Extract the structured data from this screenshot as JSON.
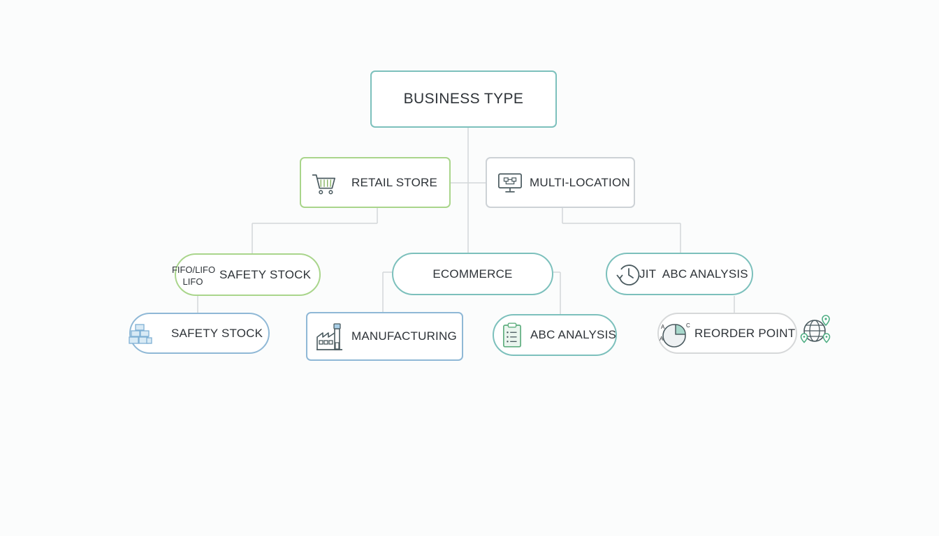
{
  "diagram": {
    "root": {
      "label": "BUSINESS TYPE"
    },
    "level1": {
      "retail": {
        "label": "RETAIL STORE",
        "icon": "shopping-cart-icon"
      },
      "multi": {
        "label": "MULTI-LOCATION",
        "icon": "monitor-icon"
      }
    },
    "level2": {
      "safety_top": {
        "label": "SAFETY STOCK",
        "badge_line1": "FIFO/LIFO",
        "badge_line2": "LIFO"
      },
      "ecommerce": {
        "label": "ECOMMERCE"
      },
      "jit": {
        "label": "JIT  ABC ANALYSIS",
        "icon": "clock-arrow-icon"
      }
    },
    "level3": {
      "safety_bottom": {
        "label": "SAFETY STOCK",
        "icon": "boxes-icon"
      },
      "manufacturing": {
        "label": "MANUFACTURING",
        "icon": "factory-icon"
      },
      "abc": {
        "label": "ABC ANALYSIS",
        "icon": "clipboard-icon"
      },
      "reorder": {
        "label": "REORDER POINT",
        "icon": "pie-chart-icon",
        "icon_letters": [
          "A",
          "A",
          "C"
        ],
        "extra_icon": "globe-pins-icon"
      }
    },
    "colors": {
      "teal": "#7cc0bc",
      "green": "#a9d58b",
      "grey": "#cdd2d6",
      "blue": "#8fb8d6",
      "connector": "#d3d7d9"
    }
  }
}
